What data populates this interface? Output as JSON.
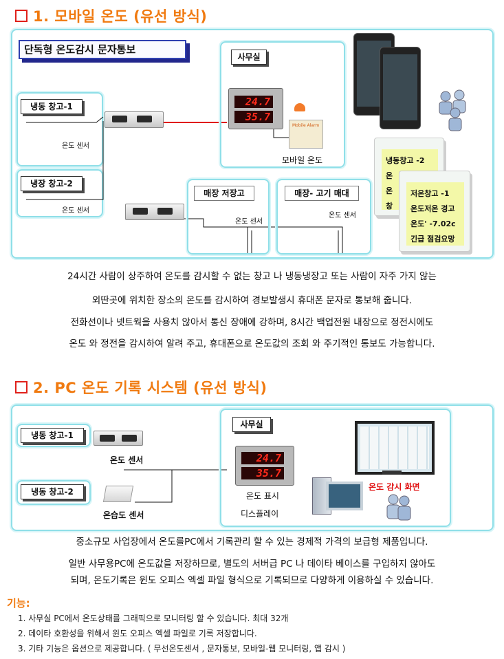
{
  "section1": {
    "title": "1. 모바일 온도  (유선 방식)",
    "box_title": "단독형 온도감시 문자통보",
    "labels": {
      "freezer1": "냉동 창고-1",
      "fridge2": "냉장 창고-2",
      "office": "사무실",
      "mart_storage": "매장 저장고",
      "mart_meat": "매장- 고기 매대",
      "mobile_temp": "모바일 온도"
    },
    "sensor_label": "온도 센서",
    "display": {
      "temp": "24.7",
      "humidity": "35.7",
      "brand": "Mobile Alarm"
    },
    "message_back": {
      "lines": [
        "냉동창고 -2",
        "온",
        "온",
        "창"
      ]
    },
    "message_front": {
      "lines": [
        "저온창고 -1",
        "온도저온 경고",
        "온도' -7.02c",
        "긴급 점검요망"
      ]
    },
    "paragraph": [
      "24시간 사람이 상주하여 온도를 감시할 수 없는 창고 나 냉동냉장고 또는 사람이 자주 가지 않는",
      "외딴곳에 위치한 장소의 온도를 감시하여 경보발생시 휴대폰 문자로 통보해 줍니다.",
      "전화선이나 넷트웍을 사용치 않아서 통신 장애에 강하며, 8시간 백업전원 내장으로 정전시에도",
      "온도 와 정전을 감시하여 알려 주고, 휴대폰으로 온도값의 조회 와 주기적인 통보도 가능합니다."
    ]
  },
  "section2": {
    "title": "2. PC 온도 기록 시스템 (유선 방식)",
    "labels": {
      "freezer1": "냉동 창고-1",
      "freezer2": "냉동 창고-2",
      "office": "사무실"
    },
    "sensor_temp": "온도 센서",
    "sensor_humid": "온습도 센서",
    "display_label_1": "온도 표시",
    "display_label_2": "디스플레이",
    "monitor_label": "온도 감시 화면",
    "display": {
      "temp": "24.7",
      "humidity": "35.7"
    },
    "paragraph": [
      "중소규모 사업장에서 온도를PC에서 기록관리 할 수 있는 경제적 가격의 보급형 제품입니다.",
      "일반 사무용PC에 온도값을 저장하므로, 별도의 서버급 PC 나 데이타 베이스를 구입하지 않아도",
      "되며, 온도기록은 윈도 오피스 엑셀 파일 형식으로 기록되므로 다양하게 이용하실 수 있습니다."
    ]
  },
  "features": {
    "heading": "기능:",
    "items": [
      "1. 사무실 PC에서 온도상태를 그래픽으로 모니터링 할 수 있습니다. 최대 32개",
      "2. 데이타 호환성을 위해서 윈도 오피스 엑셀 파일로 기록 저장합니다.",
      "3. 기타 기능은 옵션으로 제공합니다. ( 무선온도센서 , 문자통보,  모바일-웹 모니터링, 앱 감시 )"
    ]
  },
  "colors": {
    "heading": "#f07a10",
    "checkbox": "#e0201a",
    "panel_border": "#8fdfe8",
    "box_border": "#2f3fb0",
    "cable_red": "#e01010",
    "display_digits": "#ff2b1c"
  }
}
